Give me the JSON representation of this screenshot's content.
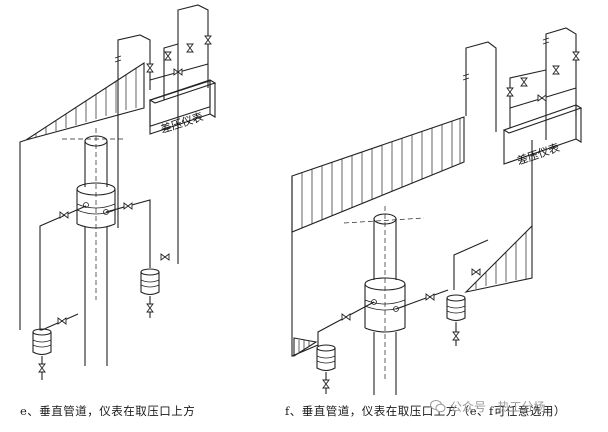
{
  "diagrams": [
    {
      "meter_label": "差压仪表",
      "caption": "e、垂直管道，仪表在取压口上方"
    },
    {
      "meter_label": "差压仪表",
      "caption": "f、垂直管道，仪表在取压口上方（e、f可任意选用）"
    }
  ],
  "watermark": "公众号 · 热工分场",
  "colors": {
    "line": "#222222",
    "watermark": "#9a9a9a",
    "background": "#ffffff"
  }
}
